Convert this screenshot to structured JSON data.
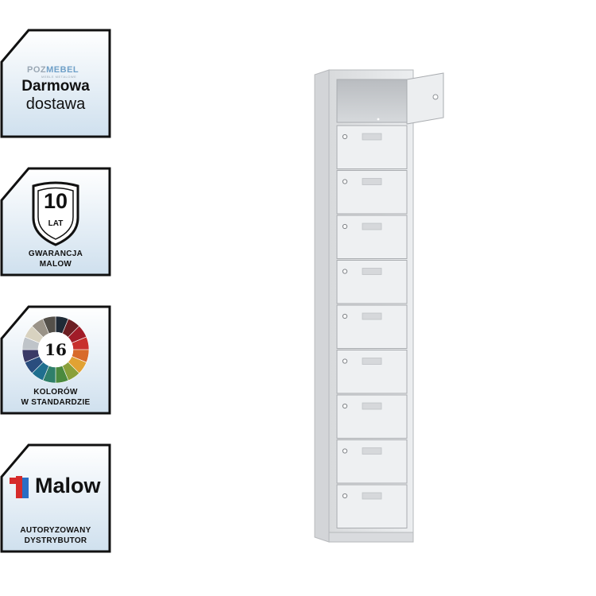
{
  "badges": {
    "shipping": {
      "logo_brand_a": "POZ",
      "logo_brand_b": "MEBEL",
      "logo_tagline": "MEBLE METALOWE",
      "title_line1": "Darmowa",
      "title_line2": "dostawa"
    },
    "warranty": {
      "years": "10",
      "unit": "LAT",
      "caption_line1": "GWARANCJA",
      "caption_line2": "MALOW"
    },
    "colors": {
      "count": "16",
      "caption_line1": "KOLORÓW",
      "caption_line2": "W STANDARDZIE",
      "wheel_colors": [
        "#1f2a36",
        "#6c1e22",
        "#a11c28",
        "#c8302d",
        "#d86a2a",
        "#e1a233",
        "#8aa03a",
        "#4b8a3e",
        "#2f7f6a",
        "#1f6f8f",
        "#2a4d7e",
        "#3a3a66",
        "#bfc4c9",
        "#d8d2c0",
        "#9a9388",
        "#54504a"
      ]
    },
    "distributor": {
      "brand": "Malow",
      "caption_line1": "AUTORYZOWANY",
      "caption_line2": "DYSTRYBUTOR",
      "brand_colors": {
        "red": "#d62b2b",
        "blue": "#2a6ec4"
      }
    }
  },
  "product": {
    "name": "locker-cabinet",
    "compartments": 10,
    "open_compartment": 1,
    "body_color": "#e4e6e8"
  }
}
